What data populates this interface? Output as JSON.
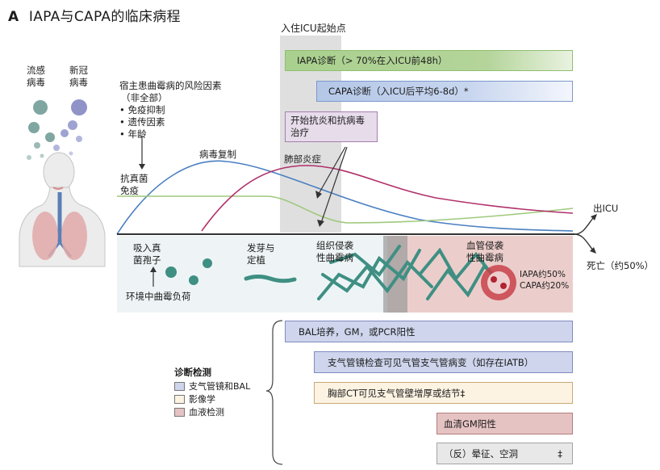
{
  "title": {
    "letter": "A",
    "text": "IAPA与CAPA的临床病程"
  },
  "icu": {
    "label": "入住ICU起始点"
  },
  "virus": {
    "flu": [
      "流感",
      "病毒"
    ],
    "covid": [
      "新冠",
      "病毒"
    ]
  },
  "risk": {
    "heading": "宿主患曲霉病的风险因素",
    "sub": "（非全部）",
    "items": [
      "免疫抑制",
      "遗传因素",
      "年龄"
    ]
  },
  "curves": {
    "antifungal": [
      "抗真菌",
      "免疫"
    ],
    "viral": "病毒复制",
    "pneumonia": "肺部炎症"
  },
  "bars": {
    "iapa": "IAPA诊断（> 70%在入ICU前48h）",
    "capa": "CAPA诊断（入ICU后平均6-8d）*",
    "treatment": [
      "开始抗炎和抗病毒",
      "治疗"
    ]
  },
  "outcomes": {
    "exit": "出ICU",
    "death": "死亡（约50%）"
  },
  "stages": {
    "inhale": [
      "吸入真",
      "菌孢子"
    ],
    "environment": "环境中曲霉负荷",
    "germ": [
      "发芽与",
      "定植"
    ],
    "tissue": [
      "组织侵袭",
      "性曲霉病"
    ],
    "vascular": [
      "血管侵袭",
      "性曲霉病"
    ],
    "rates": [
      "IAPA约50%",
      "CAPA约20%"
    ]
  },
  "diagnostics": {
    "heading": "诊断检测",
    "legend": [
      {
        "label": "支气管镜和BAL",
        "color": "#ced5ec"
      },
      {
        "label": "影像学",
        "color": "#fdf3e2"
      },
      {
        "label": "血液检测",
        "color": "#e6c3c3"
      }
    ],
    "rows": [
      "BAL培养，GM，或PCR阳性",
      "支气管镜检查可见气管支气管病变（如存在IATB）",
      "胸部CT可见支气管壁增厚或结节‡",
      "血清GM阳性",
      "（反）晕征、空洞"
    ],
    "last_mark": "‡"
  },
  "colors": {
    "viral": "#4a7fc1",
    "immunity": "#9fc97c",
    "pneumonia": "#b0306a",
    "fungus": "#3f8f83",
    "tissue": "#d9a9a5"
  }
}
